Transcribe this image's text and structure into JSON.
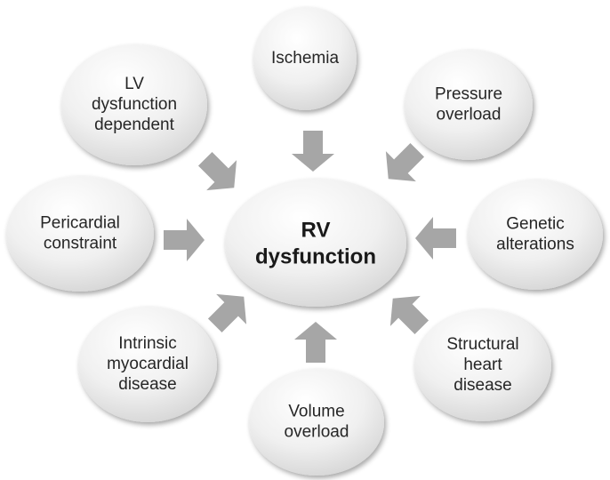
{
  "center": {
    "lines": [
      "RV",
      "dysfunction"
    ]
  },
  "causes": [
    {
      "id": "ischemia",
      "lines": [
        "Ischemia"
      ]
    },
    {
      "id": "pressure-overload",
      "lines": [
        "Pressure",
        "overload"
      ]
    },
    {
      "id": "genetic-alterations",
      "lines": [
        "Genetic",
        "alterations"
      ]
    },
    {
      "id": "structural-heart-disease",
      "lines": [
        "Structural",
        "heart",
        "disease"
      ]
    },
    {
      "id": "volume-overload",
      "lines": [
        "Volume",
        "overload"
      ]
    },
    {
      "id": "intrinsic-myocardial-disease",
      "lines": [
        "Intrinsic",
        "myocardial",
        "disease"
      ]
    },
    {
      "id": "pericardial-constraint",
      "lines": [
        "Pericardial",
        "constraint"
      ]
    },
    {
      "id": "lv-dysfunction-dependent",
      "lines": [
        "LV",
        "dysfunction",
        "dependent"
      ]
    }
  ],
  "colors": {
    "bubble_light": "#ffffff",
    "bubble_dark": "#d2d2d2",
    "arrow": "#a6a6a6",
    "text": "#262626"
  }
}
